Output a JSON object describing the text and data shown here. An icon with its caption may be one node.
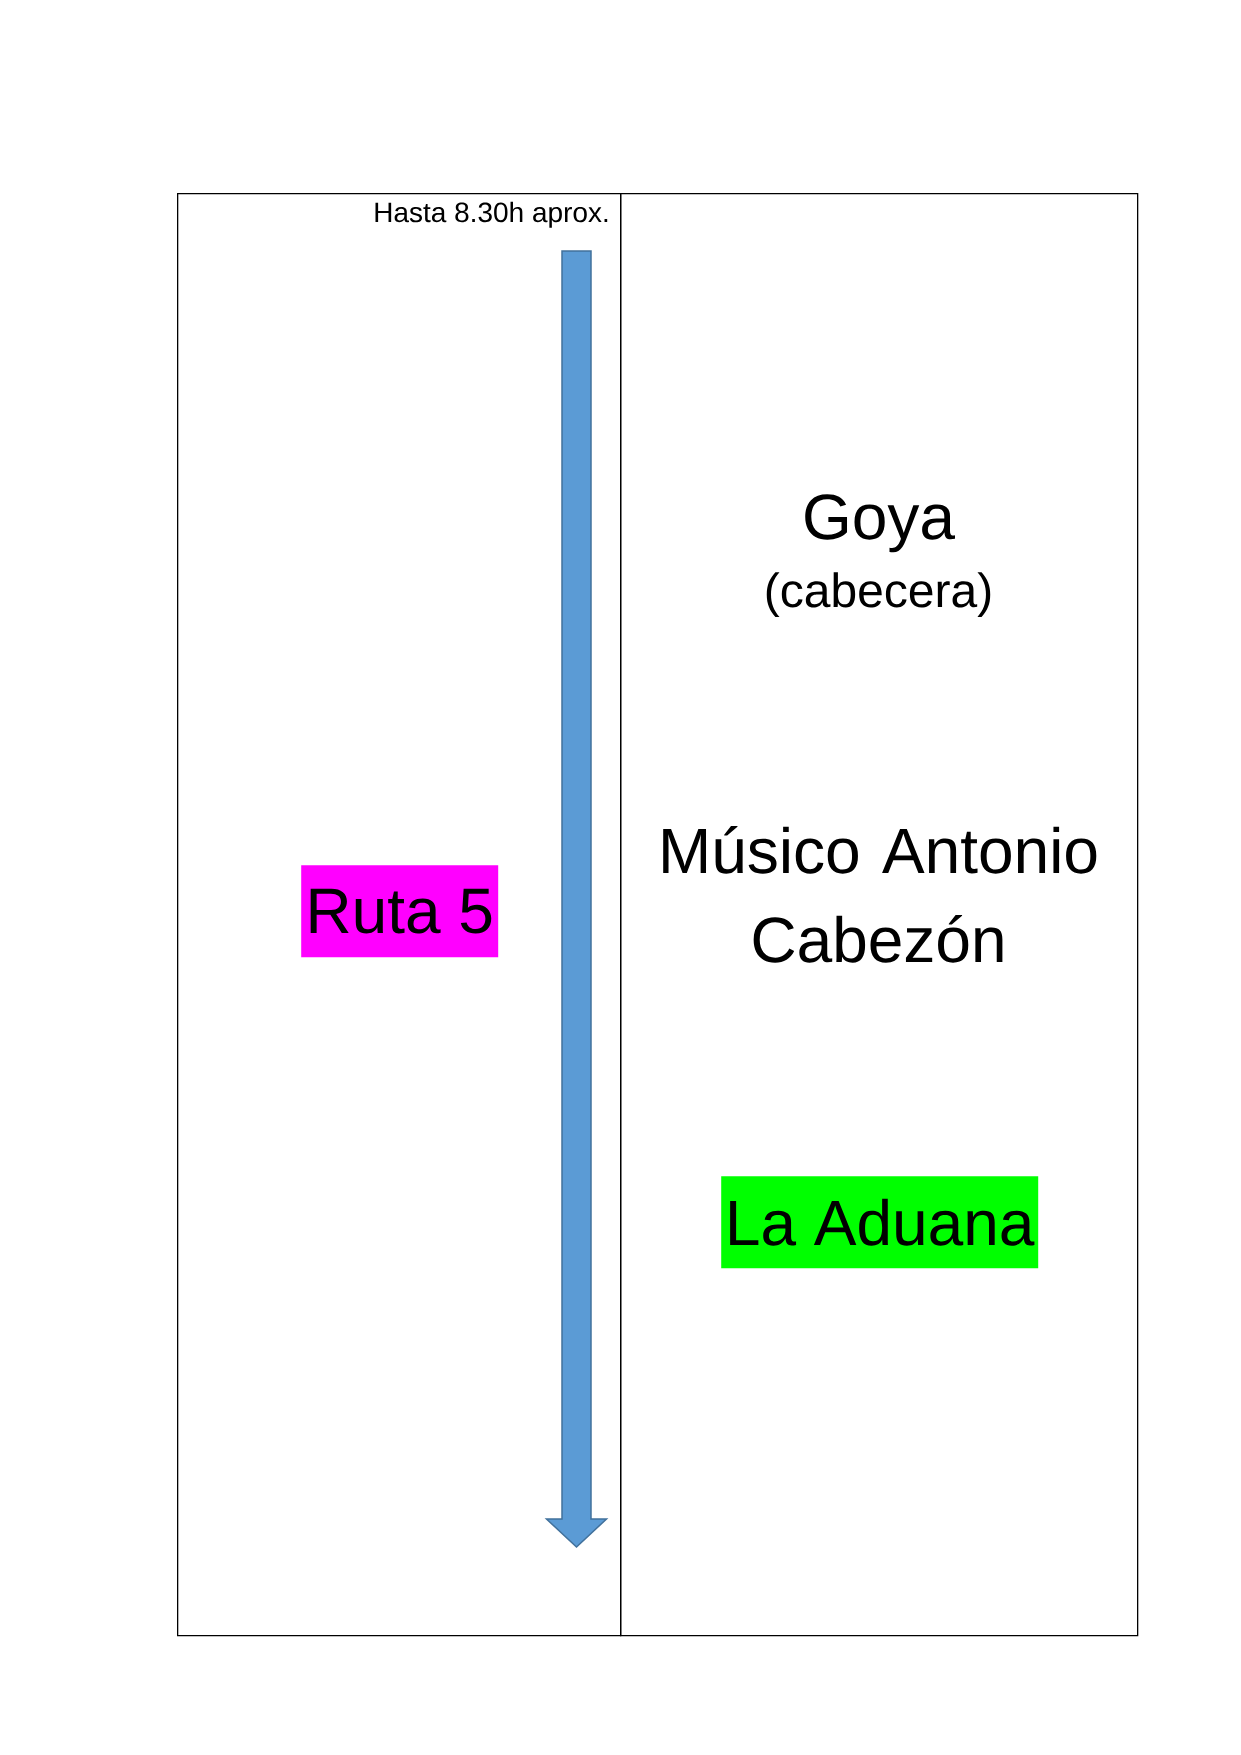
{
  "diagram": {
    "nodes": [
      {
        "text": [
          "Hasta 8.30h aprox."
        ]
      },
      {
        "text": [
          "Ruta 5"
        ],
        "in": 0
      },
      {
        "text": [
          "Goya",
          "(cabecera)",
          "Músico Antonio Cabezón"
        ]
      },
      {
        "text": [
          "La Aduana"
        ],
        "in": 2
      }
    ]
  }
}
